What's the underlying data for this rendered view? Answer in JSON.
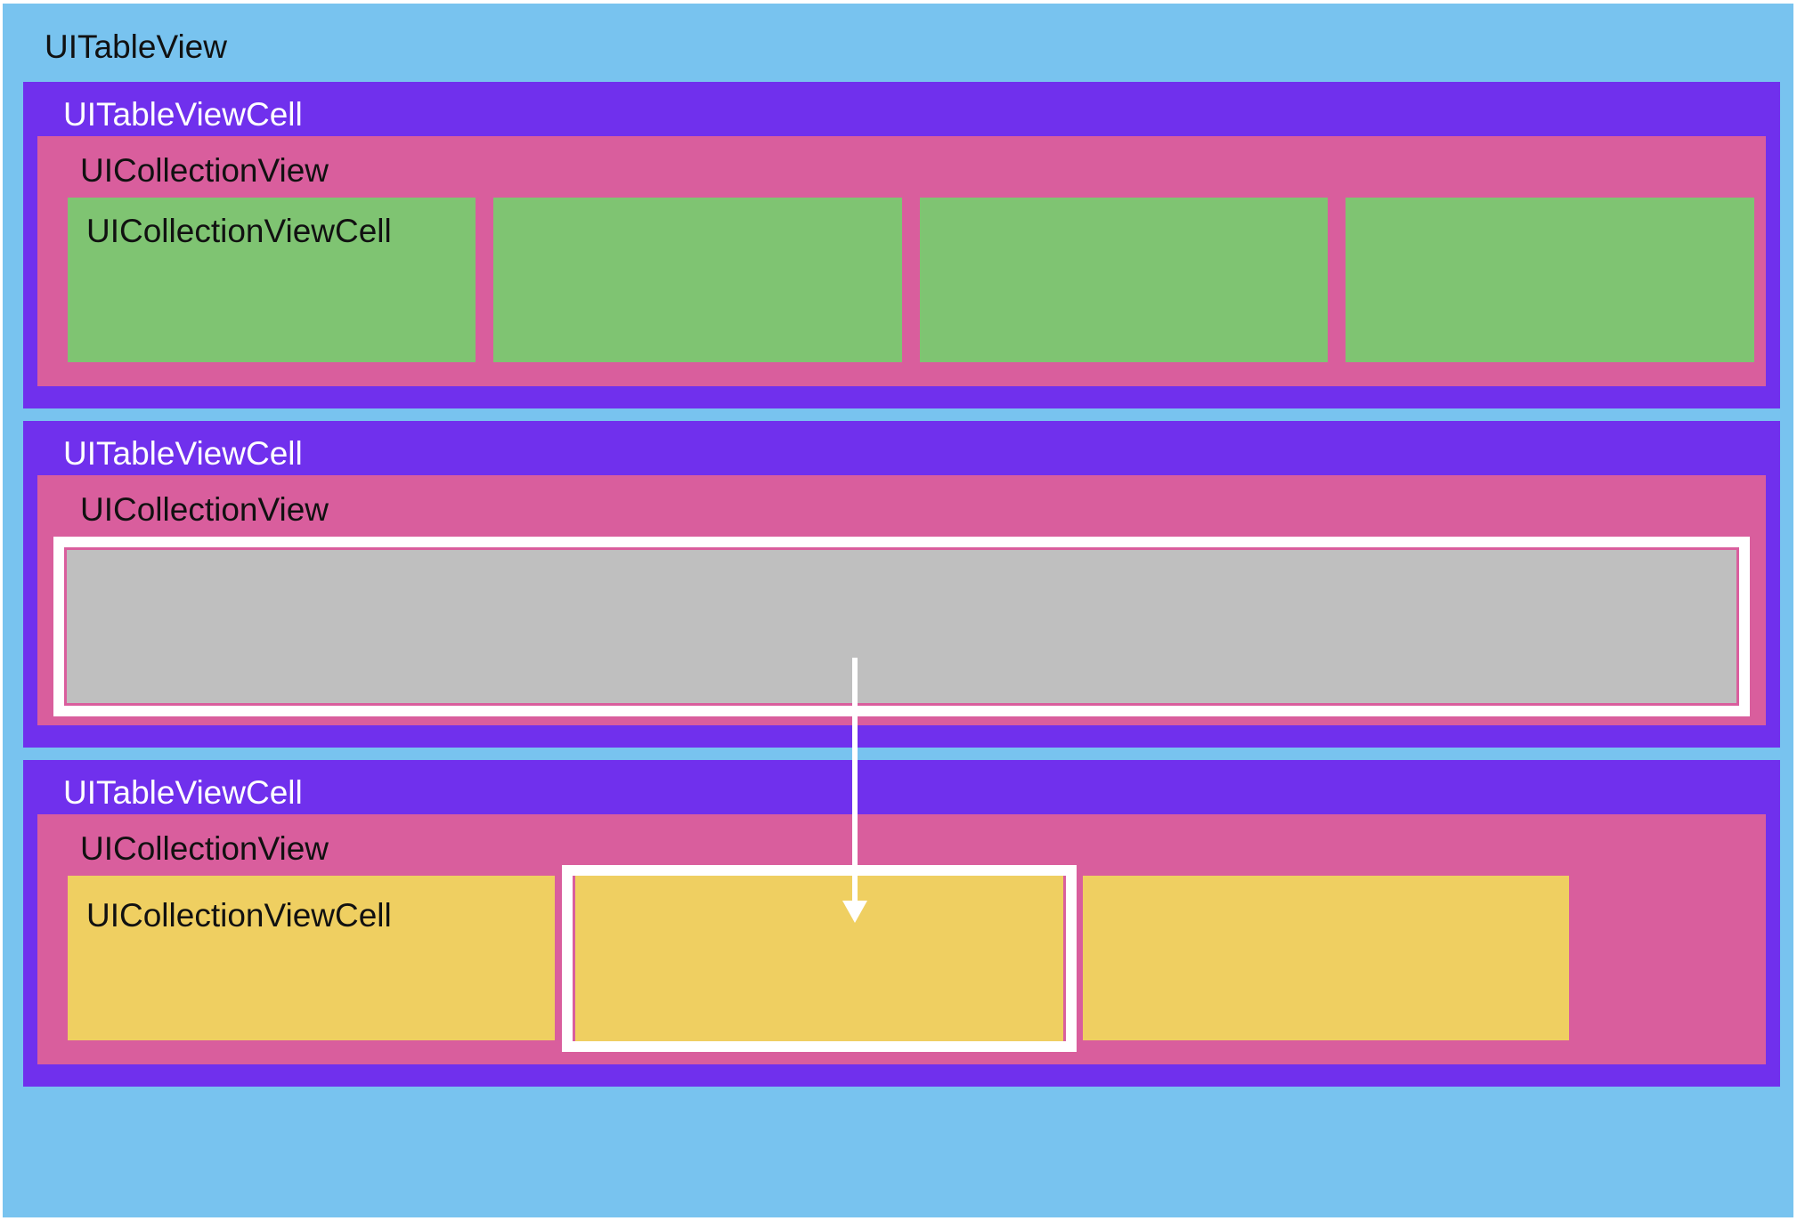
{
  "colors": {
    "table_view": "#78c3ef",
    "table_view_cell": "#7030ed",
    "collection_view": "#d95e9d",
    "collection_cell_green": "#7fc472",
    "collection_cell_gray": "#bfbfbf",
    "collection_cell_yellow": "#efcf61",
    "outline": "#ffffff"
  },
  "table_view": {
    "label": "UITableView"
  },
  "rows": [
    {
      "cell_label": "UITableViewCell",
      "collection_label": "UICollectionView",
      "first_item_label": "UICollectionViewCell",
      "item_count": 4
    },
    {
      "cell_label": "UITableViewCell",
      "collection_label": "UICollectionView",
      "item_count": 1
    },
    {
      "cell_label": "UITableViewCell",
      "collection_label": "UICollectionView",
      "first_item_label": "UICollectionViewCell",
      "item_count": 3
    }
  ]
}
